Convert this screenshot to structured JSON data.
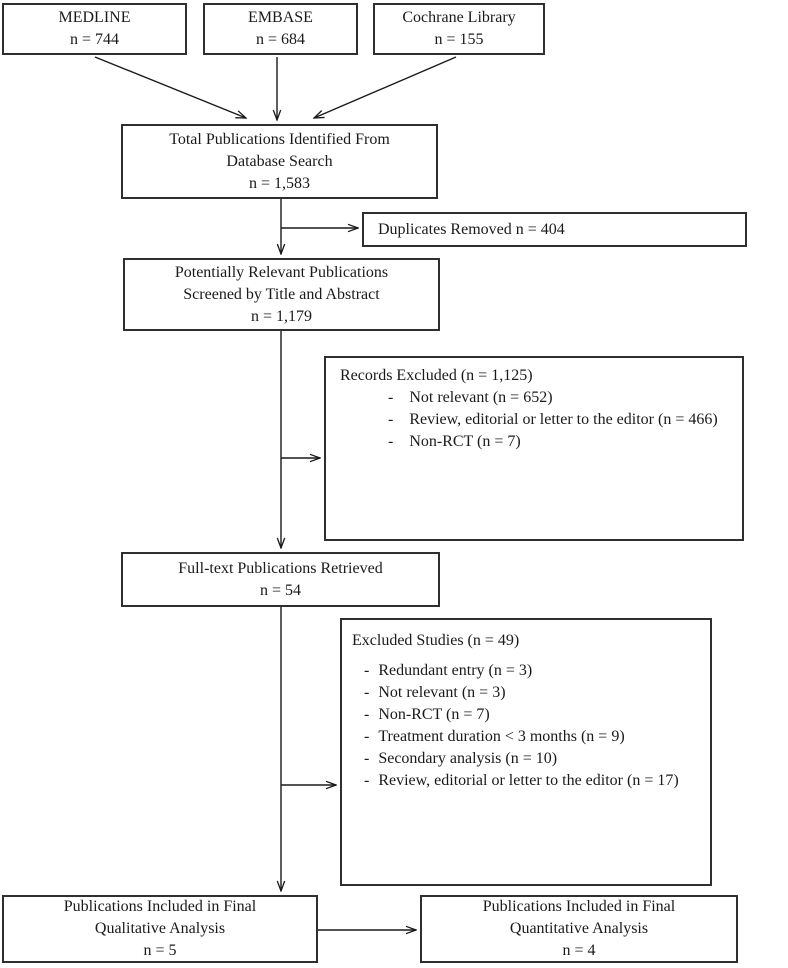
{
  "diagram": {
    "sources": [
      {
        "name": "MEDLINE",
        "count": "n = 744"
      },
      {
        "name": "EMBASE",
        "count": "n = 684"
      },
      {
        "name": "Cochrane Library",
        "count": "n = 155"
      }
    ],
    "total_identified": {
      "line1": "Total Publications Identified From",
      "line2": "Database Search",
      "count": "n = 1,583"
    },
    "duplicates_removed": {
      "text": "Duplicates Removed n = 404"
    },
    "screened": {
      "line1": "Potentially Relevant Publications",
      "line2": "Screened by Title and Abstract",
      "count": "n = 1,179"
    },
    "records_excluded": {
      "title": "Records Excluded (n = 1,125)",
      "bullet": "-",
      "items": [
        "Not relevant (n = 652)",
        "Review, editorial or letter to the editor (n = 466)",
        "Non-RCT (n = 7)"
      ]
    },
    "fulltext_retrieved": {
      "line1": "Full-text Publications Retrieved",
      "count": "n = 54"
    },
    "excluded_studies": {
      "title": "Excluded Studies (n = 49)",
      "bullet": "-",
      "items": [
        "Redundant entry (n = 3)",
        "Not relevant (n = 3)",
        "Non-RCT (n = 7)",
        "Treatment duration < 3 months (n = 9)",
        "Secondary analysis (n = 10)",
        "Review, editorial or letter to the editor (n = 17)"
      ]
    },
    "qualitative": {
      "line1": "Publications Included in Final",
      "line2": "Qualitative Analysis",
      "count": "n = 5"
    },
    "quantitative": {
      "line1": "Publications Included in Final",
      "line2": "Quantitative Analysis",
      "count": "n = 4"
    }
  }
}
